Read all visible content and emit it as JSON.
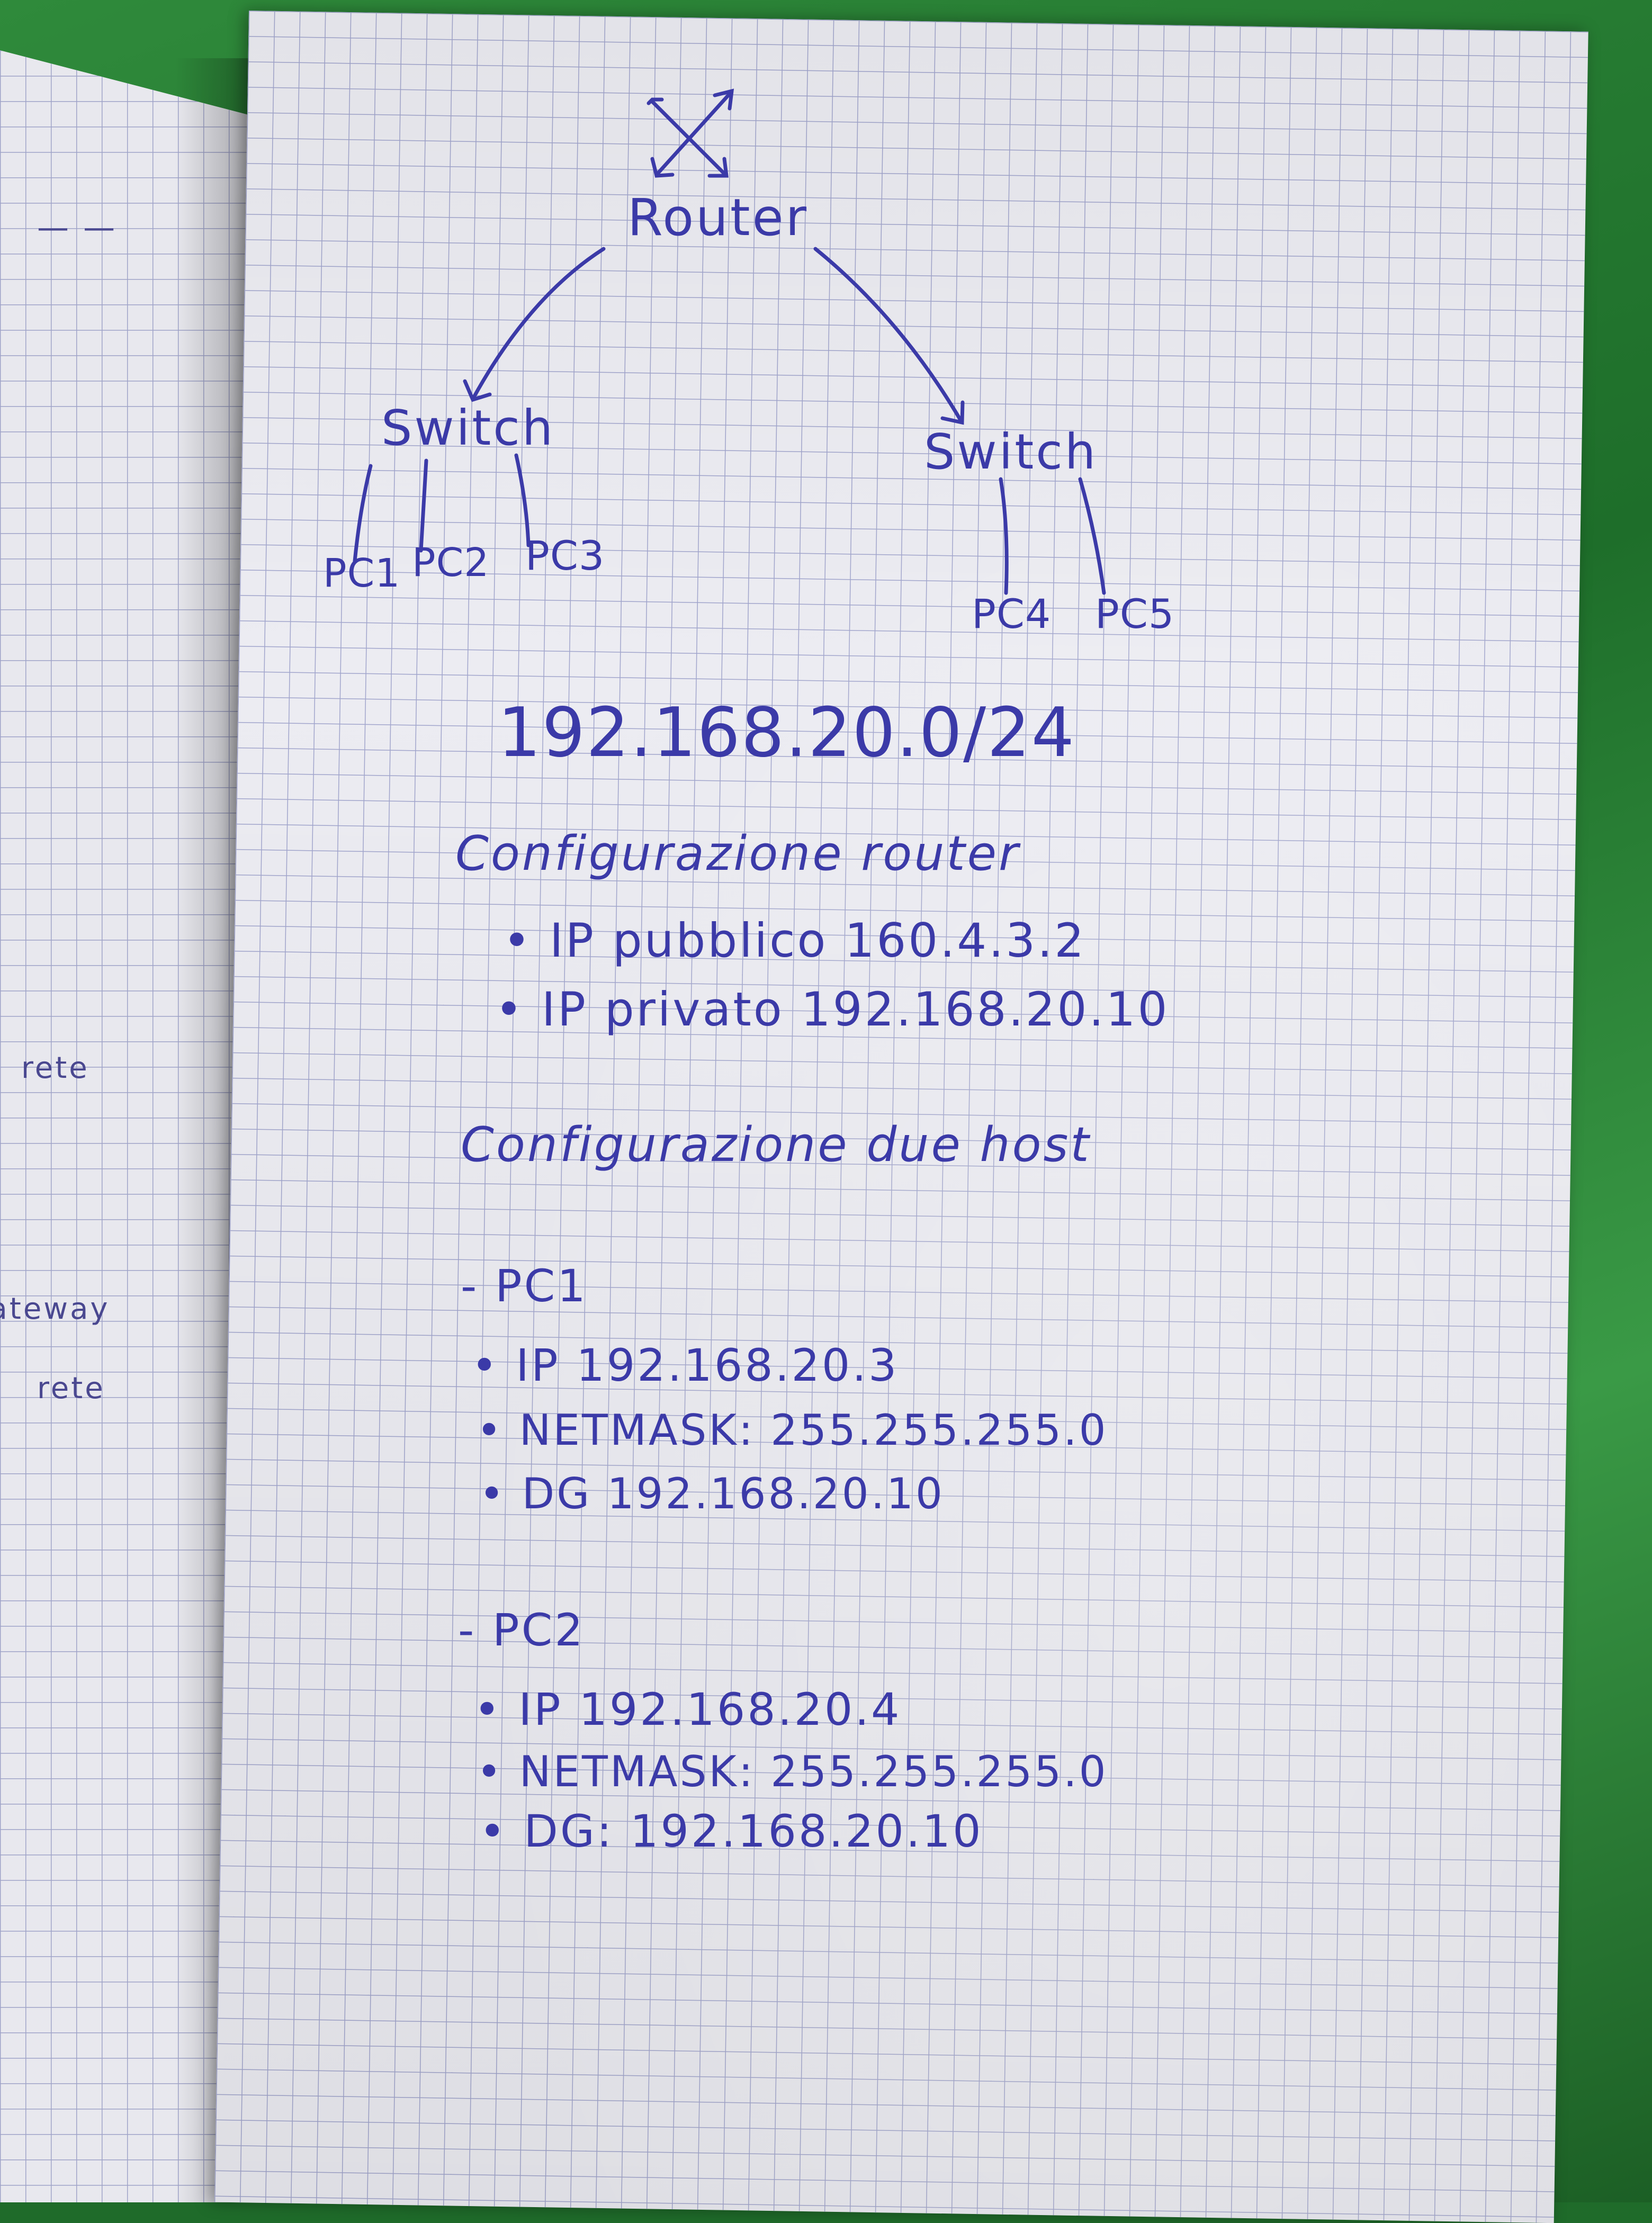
{
  "left_page": {
    "dash": "— —",
    "word1": "rete",
    "word2": "gateway",
    "word3": "rete"
  },
  "diagram": {
    "router_label": "Router",
    "switch_left_label": "Switch",
    "switch_right_label": "Switch",
    "pc_labels": [
      "PC1",
      "PC2",
      "PC3",
      "PC4",
      "PC5"
    ]
  },
  "network": {
    "address": "192.168.20.0/24"
  },
  "router_config": {
    "heading": "Configurazione router",
    "items": [
      "IP pubblico 160.4.3.2",
      "IP privato 192.168.20.10"
    ]
  },
  "host_config": {
    "heading": "Configurazione due host",
    "hosts": [
      {
        "name": "- PC1",
        "items": [
          "IP 192.168.20.3",
          "NETMASK: 255.255.255.0",
          "DG 192.168.20.10"
        ]
      },
      {
        "name": "- PC2",
        "items": [
          "IP 192.168.20.4",
          "NETMASK: 255.255.255.0",
          "DG: 192.168.20.10"
        ]
      }
    ]
  },
  "colors": {
    "ink": "#3b3aa8",
    "cover": "#2f8a3b",
    "paper": "#ececf2"
  }
}
